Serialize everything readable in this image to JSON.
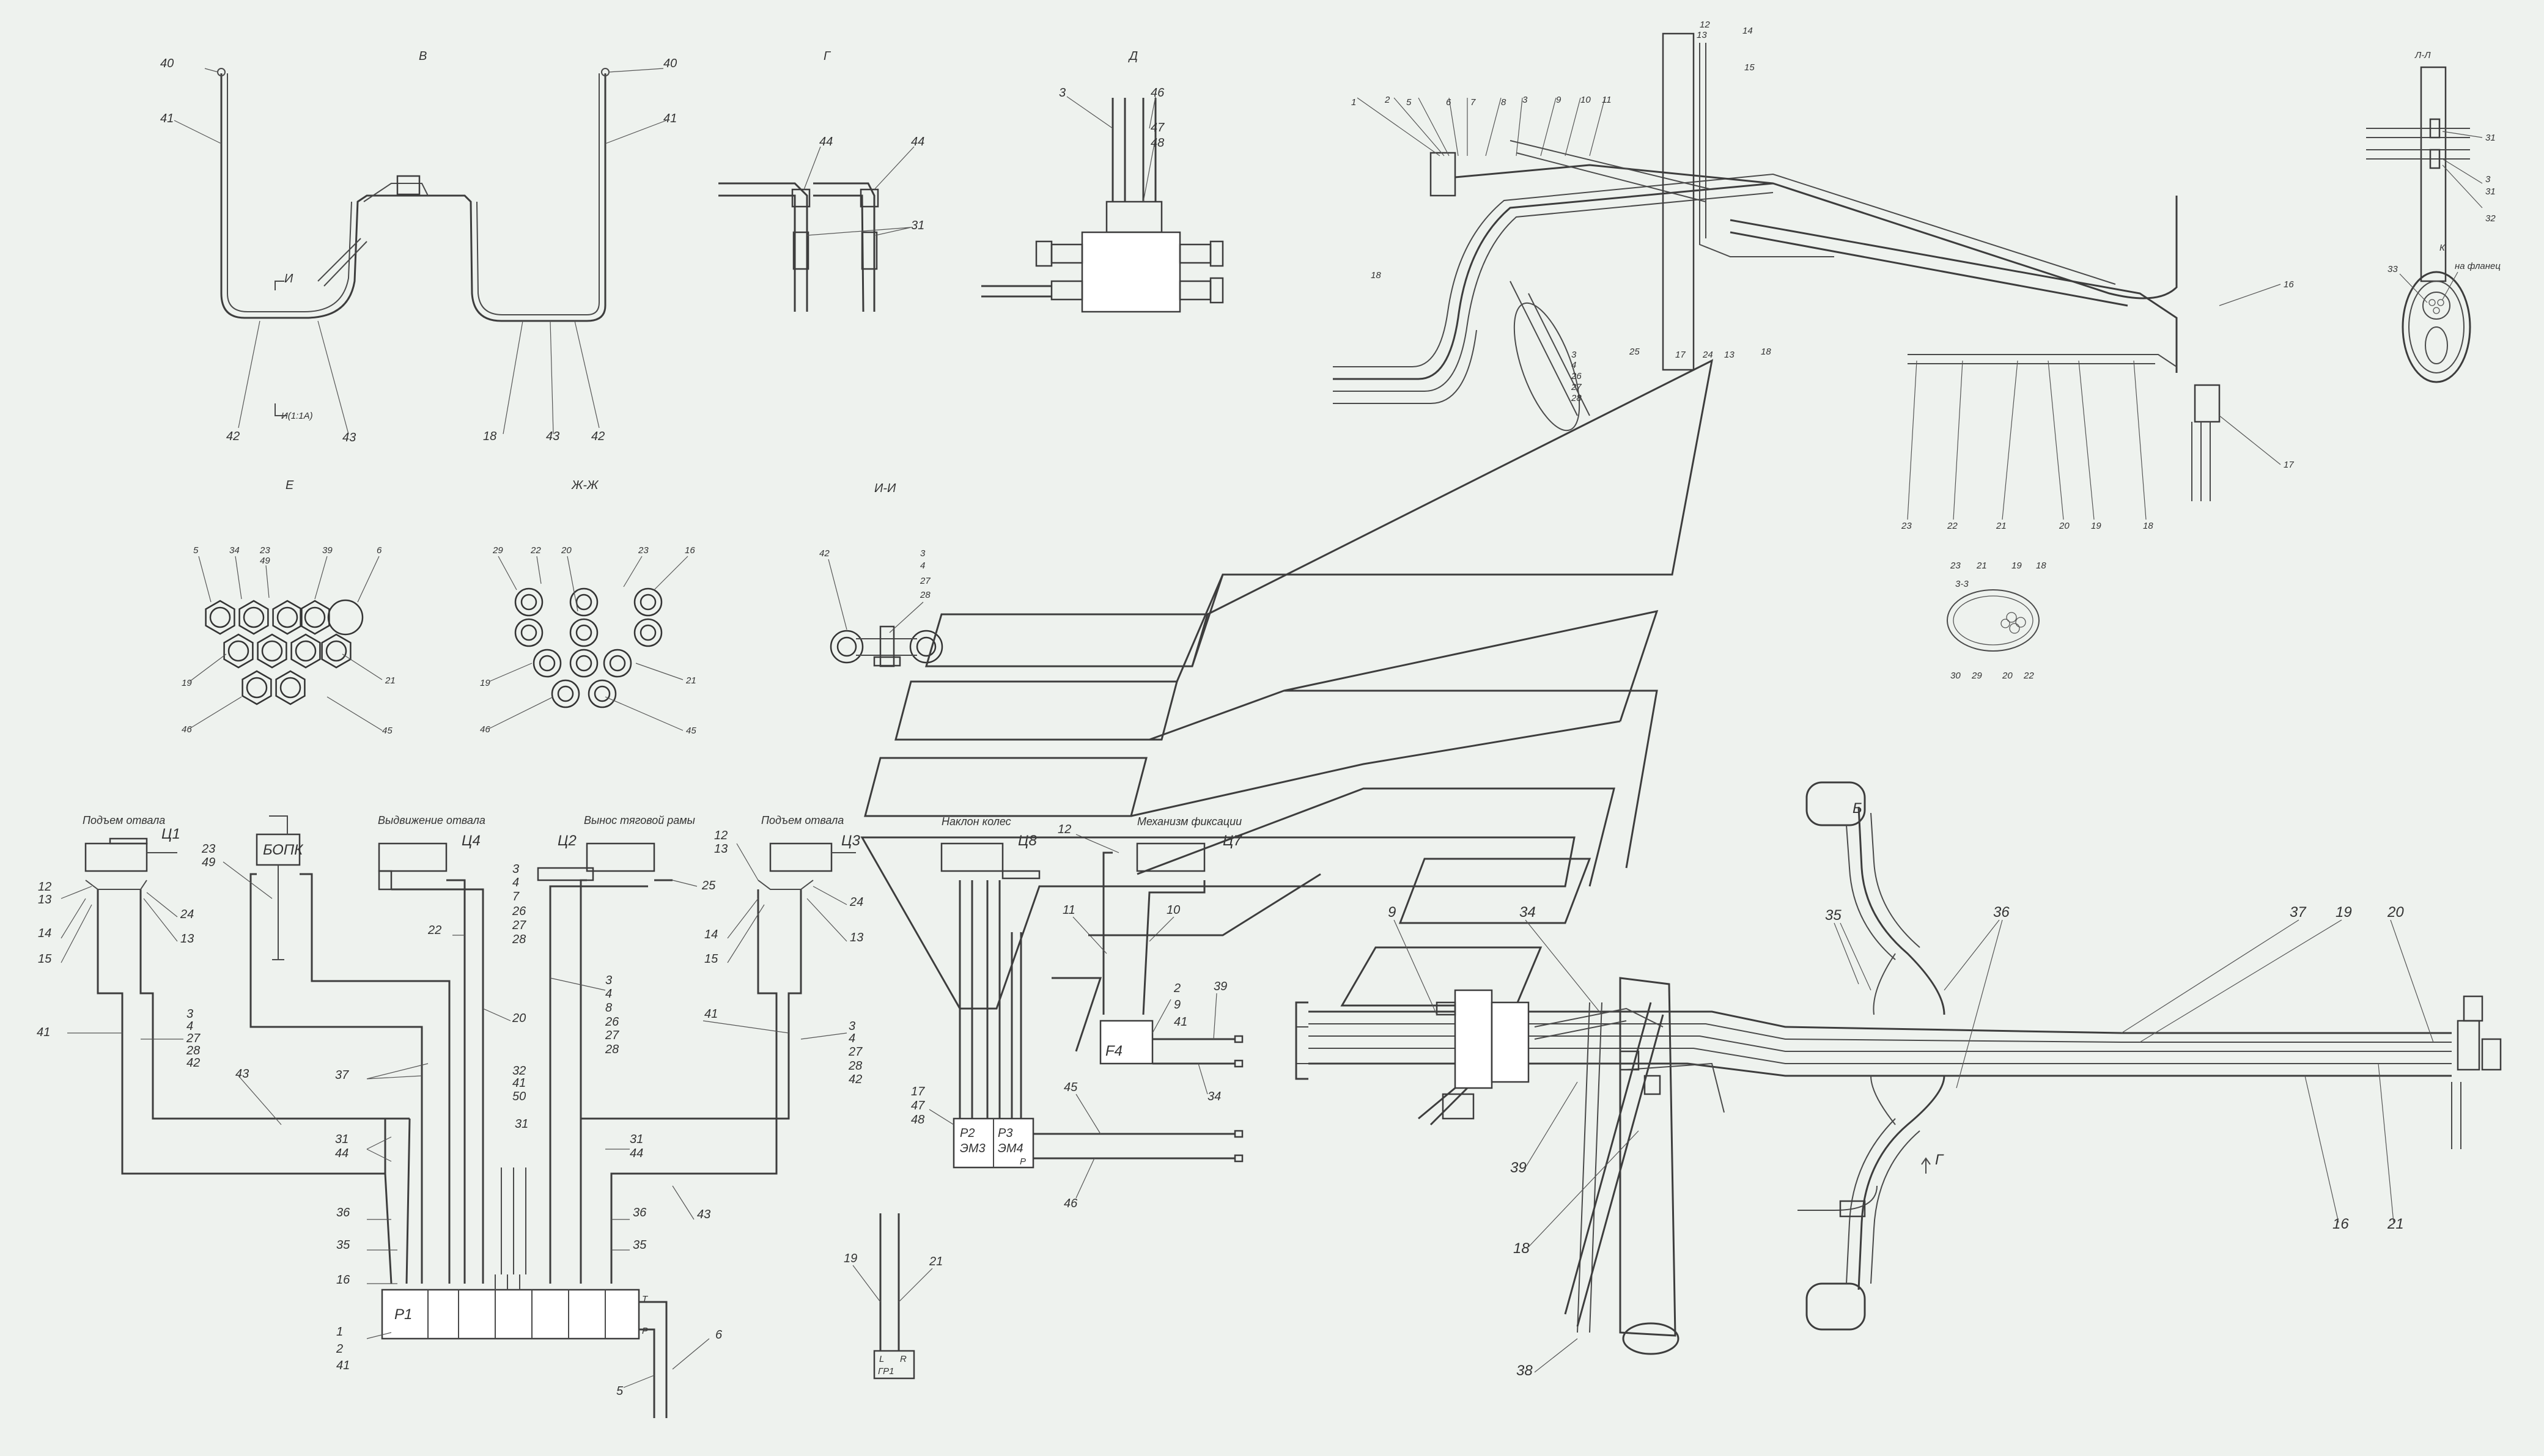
{
  "views": {
    "v": "В",
    "g": "Г",
    "d": "Д",
    "e": "Е",
    "zh": "Ж-Ж",
    "ii": "И-И",
    "b": "Б",
    "k": "К",
    "ll": "Л-Л",
    "zz": "3-3",
    "i1": "И(1:1А)",
    "i": "И"
  },
  "circuit_titles": {
    "c1": "Подъем отвала",
    "c2": "Выдвижение отвала",
    "c3": "Вынос тяговой рамы",
    "c4": "Подъем отвала",
    "c5": "Наклон колес",
    "c6": "Механизм фиксации"
  },
  "cylinders": {
    "ts1": "Ц1",
    "ts4": "Ц4",
    "ts2": "Ц2",
    "ts3": "Ц3",
    "ts8": "Ц8",
    "ts7": "Ц7",
    "bopk": "БОПК"
  },
  "blocks": {
    "p1": "Р1",
    "f4": "F4",
    "p2": "Р2",
    "p2b": "ЭМ3",
    "p3": "Р3",
    "p3b": "ЭМ4",
    "gr1": "ГР1",
    "p": "P",
    "t": "T",
    "l": "L",
    "r": "R"
  },
  "legend_k": "на фланец",
  "numbers": {
    "n1": "1",
    "n2": "2",
    "n3": "3",
    "n4": "4",
    "n5": "5",
    "n6": "6",
    "n7": "7",
    "n8": "8",
    "n9": "9",
    "n10": "10",
    "n11": "11",
    "n12": "12",
    "n13": "13",
    "n14": "14",
    "n15": "15",
    "n16": "16",
    "n17": "17",
    "n18": "18",
    "n19": "19",
    "n20": "20",
    "n21": "21",
    "n22": "22",
    "n23": "23",
    "n24": "24",
    "n25": "25",
    "n26": "26",
    "n27": "27",
    "n28": "28",
    "n29": "29",
    "n30": "30",
    "n31": "31",
    "n32": "32",
    "n33": "33",
    "n34": "34",
    "n35": "35",
    "n36": "36",
    "n37": "37",
    "n38": "38",
    "n39": "39",
    "n40": "40",
    "n41": "41",
    "n42": "42",
    "n43": "43",
    "n44": "44",
    "n45": "45",
    "n46": "46",
    "n47": "47",
    "n48": "48",
    "n49": "49",
    "n50": "50"
  },
  "colors": {
    "background": "#eef2ee",
    "line": "#3d3d3d",
    "text": "#333333"
  }
}
